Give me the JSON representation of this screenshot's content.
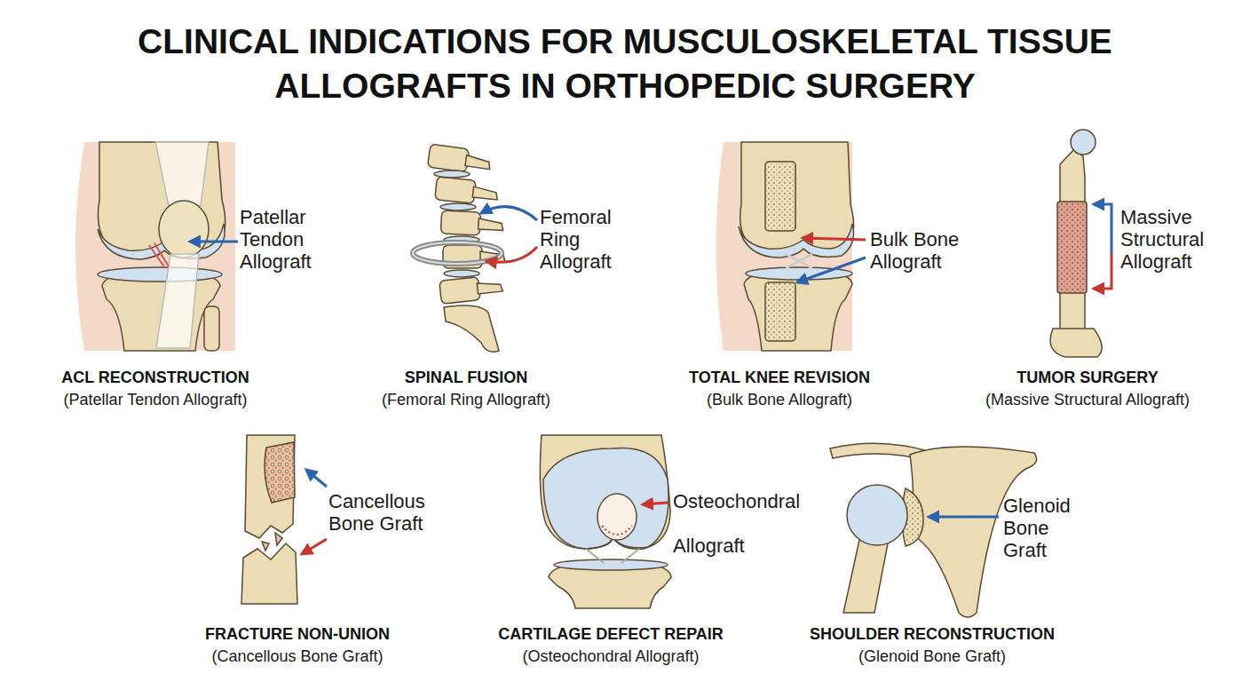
{
  "diagram": {
    "title": "CLINICAL INDICATIONS FOR MUSCULOSKELETAL TISSUE ALLOGRAFTS IN ORTHOPEDIC SURGERY",
    "labels": [
      "Patellar Tendon Allograft",
      "Femoral Ring Allograft",
      "Bulk Bone Allograft",
      "Massive Structural Allograft",
      "ACL RECONSTRUCTION",
      "(Patellar Tendon Allograft)",
      "SPINAL FUSION",
      "(Femoral Ring Allograft)",
      "TOTAL KNEE REVISION",
      "(Bulk Bone Allograft)",
      "TUMOR SURGERY",
      "(Massive Structural Allograft)",
      "Cancellous Bone Graft",
      "Osteochondral",
      "Allograft",
      "Glenoid Bone Graft",
      "FRACTURE NON-UNION",
      "(Cancellous Bone Graft)",
      "CARTILAGE DEFECT REPAIR",
      "(Osteochondral Allograft)",
      "SHOULDER RECONSTRUCTION",
      "(Glenoid Bone Graft)"
    ]
  }
}
